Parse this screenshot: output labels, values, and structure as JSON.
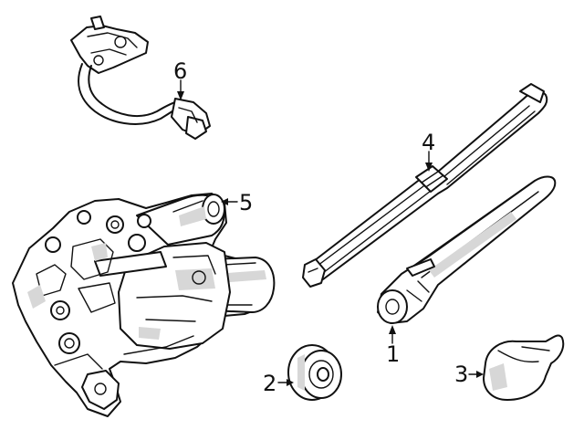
{
  "callouts": [
    {
      "id": "1",
      "label": "1"
    },
    {
      "id": "2",
      "label": "2"
    },
    {
      "id": "3",
      "label": "3"
    },
    {
      "id": "4",
      "label": "4"
    },
    {
      "id": "5",
      "label": "5"
    },
    {
      "id": "6",
      "label": "6"
    }
  ],
  "colors": {
    "line": "#111111",
    "shade": "#d7d7d7",
    "background": "#ffffff"
  }
}
